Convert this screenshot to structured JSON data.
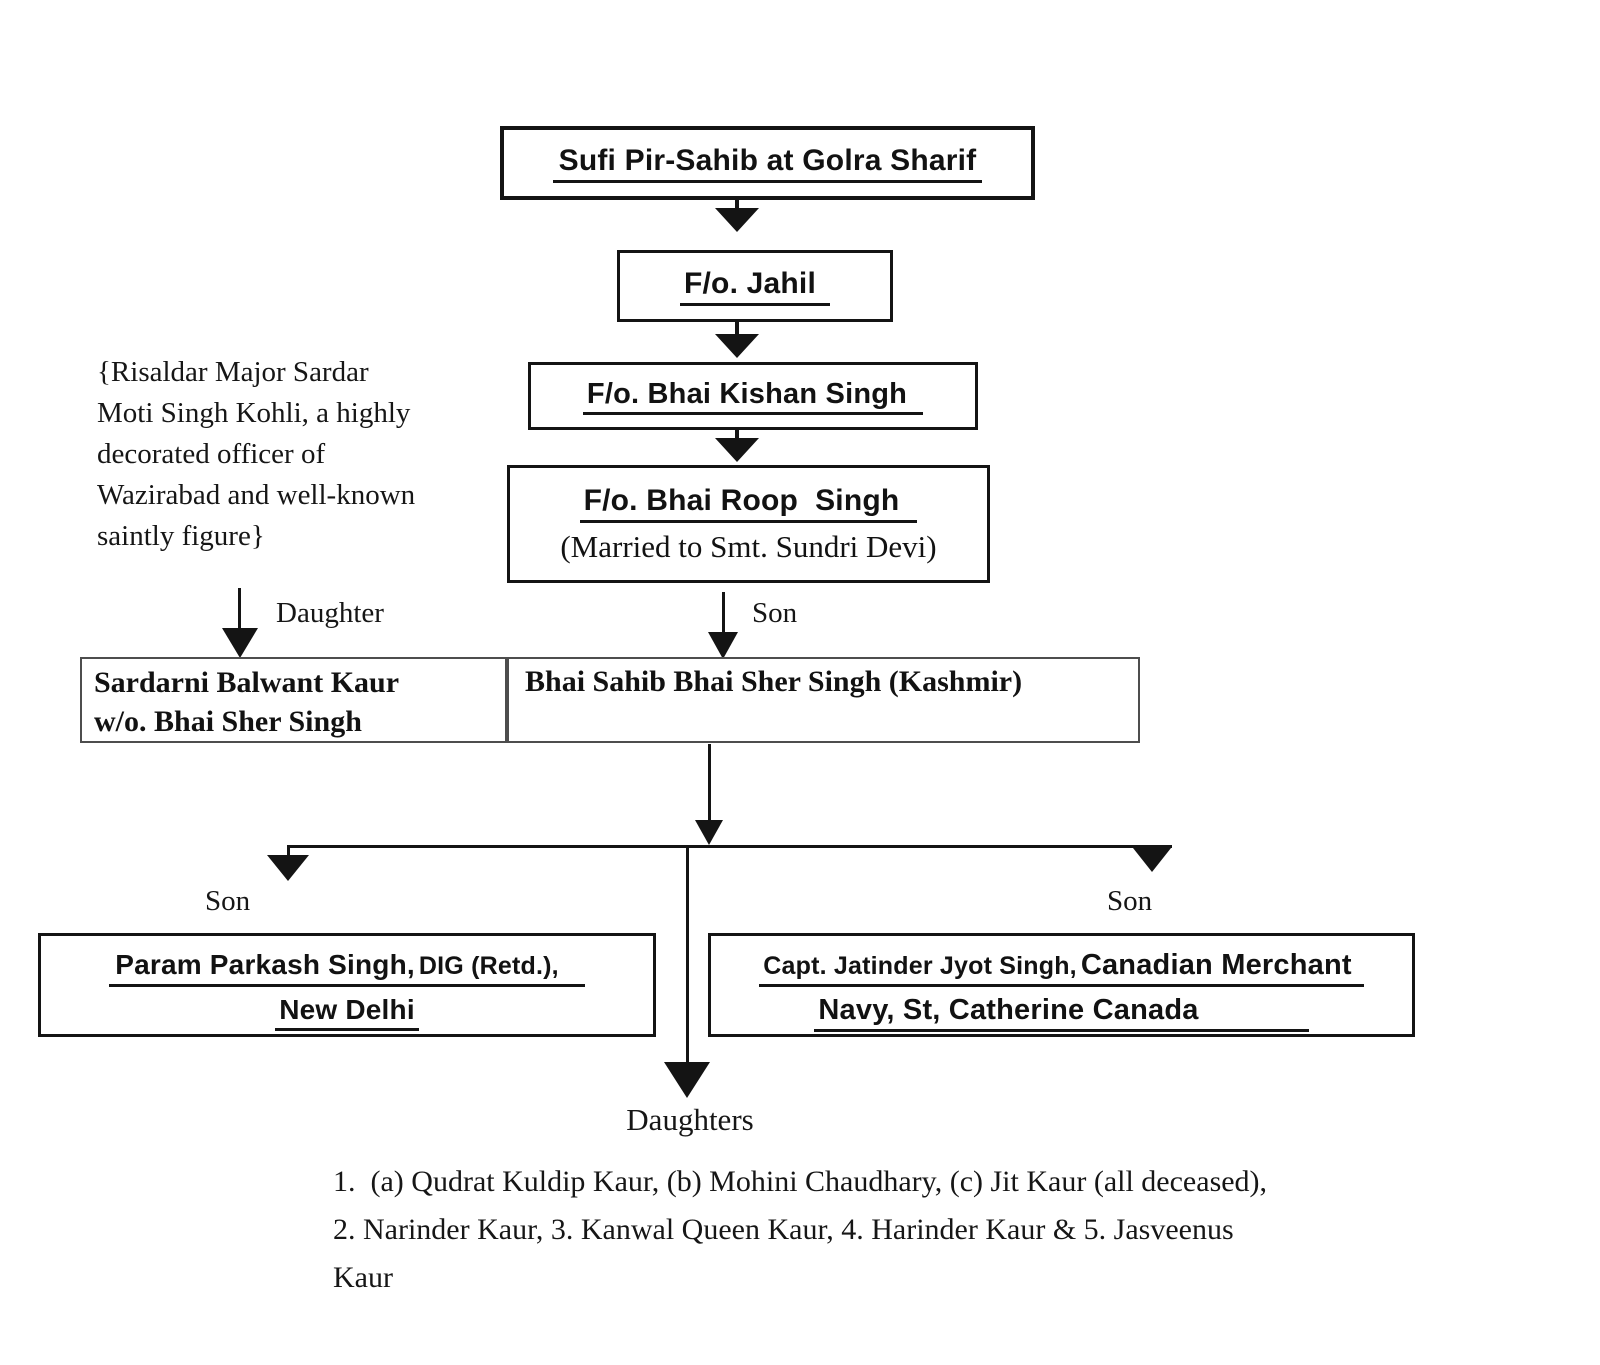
{
  "page": {
    "background": "#ffffff",
    "ink": "#141414"
  },
  "chain": {
    "box1": "Sufi Pir-Sahib at Golra Sharif",
    "box2": "F/o. Jahil",
    "box3": "F/o. Bhai Kishan Singh",
    "box4_title": "F/o. Bhai Roop  Singh",
    "box4_subtitle": "(Married to Smt. Sundri Devi)"
  },
  "side_note": {
    "lines": [
      "{Risaldar Major Sardar",
      "Moti Singh Kohli, a highly",
      "decorated officer of",
      "Wazirabad and well-known",
      "saintly figure}"
    ]
  },
  "connector_labels": {
    "daughter": "Daughter",
    "son_center": "Son",
    "son_left": "Son",
    "son_right": "Son",
    "daughters": "Daughters"
  },
  "generation4": {
    "wife_box": {
      "line1": "Sardarni Balwant Kaur",
      "line2": "w/o. Bhai Sher Singh"
    },
    "husband_box": "Bhai Sahib Bhai Sher Singh (Kashmir)"
  },
  "generation5": {
    "son_left_box": {
      "name": "Param Parkash Singh,",
      "title": "DIG (Retd.),",
      "line2": "New Delhi"
    },
    "son_right_box": {
      "name": "Capt. Jatinder Jyot Singh,",
      "title": "Canadian Merchant",
      "line2": "Navy, St, Catherine Canada"
    }
  },
  "daughters_list": {
    "lines": [
      "1.  (a) Qudrat Kuldip Kaur, (b) Mohini Chaudhary, (c) Jit Kaur (all deceased),",
      "2. Narinder Kaur, 3. Kanwal Queen Kaur, 4. Harinder Kaur & 5. Jasveenus",
      "Kaur"
    ]
  }
}
